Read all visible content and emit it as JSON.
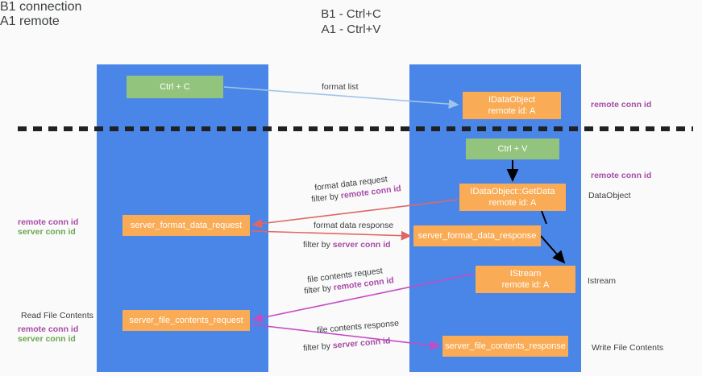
{
  "title": "B1 - Ctrl+C\nA1 - Ctrl+V",
  "lanes": [
    {
      "id": "b1",
      "header": "B1\nconnection"
    },
    {
      "id": "a1",
      "header": "A1\nremote"
    }
  ],
  "nodes": {
    "ctrl_c": {
      "line1": "Ctrl + C",
      "line2": "",
      "color": "#93c47d"
    },
    "idataobject": {
      "line1": "IDataObject",
      "line2": "remote id: A",
      "color": "#f9ab55"
    },
    "ctrl_v": {
      "line1": "Ctrl + V",
      "line2": "",
      "color": "#93c47d"
    },
    "getdata": {
      "line1": "IDataObject::GetData",
      "line2": "remote id: A",
      "color": "#f9ab55"
    },
    "format_data_request": {
      "line1": "server_format_data_request",
      "line2": "",
      "color": "#f9ab55"
    },
    "format_data_response": {
      "line1": "server_format_data_response",
      "line2": "",
      "color": "#f9ab55"
    },
    "istream": {
      "line1": "IStream",
      "line2": "remote id: A",
      "color": "#f9ab55"
    },
    "file_contents_request": {
      "line1": "server_file_contents_request",
      "line2": "",
      "color": "#f9ab55"
    },
    "file_contents_response": {
      "line1": "server_file_contents_response",
      "line2": "",
      "color": "#f9ab55"
    }
  },
  "edge_labels": {
    "format_list": "format list",
    "format_data_request": "format data request",
    "format_data_request_filter_prefix": "filter by ",
    "format_data_request_filter_token": "remote conn id",
    "format_data_response": "format data response",
    "format_data_response_filter_prefix": "filter by ",
    "format_data_response_filter_token": "server conn id",
    "file_contents_request": "file contents request",
    "file_contents_request_filter_prefix": "filter by ",
    "file_contents_request_filter_token": "remote conn id",
    "file_contents_response": "file contents response",
    "file_contents_response_filter_prefix": "filter by ",
    "file_contents_response_filter_token": "server conn id"
  },
  "side_notes": {
    "right_remote_conn_id_top": "remote conn id",
    "right_remote_conn_id_mid": "remote conn id",
    "dataobject": "DataObject",
    "istream": "Istream",
    "write_file_contents": "Write File Contents",
    "left_remote_conn_id_mid": "remote conn id",
    "left_server_conn_id_mid": "server conn id",
    "read_file_contents": "Read File Contents",
    "left_remote_conn_id_bottom": "remote conn id",
    "left_server_conn_id_bottom": "server conn id"
  },
  "colors": {
    "lane": "#4a86e8",
    "green_node": "#93c47d",
    "orange_node": "#f9ab55",
    "remote_conn_id": "#a64ca6",
    "server_conn_id": "#6aa84f",
    "arrow_blue": "#9fc5e8",
    "arrow_red": "#e06666",
    "arrow_magenta": "#c34bc3",
    "arrow_black": "#000000",
    "divider": "#202124",
    "background": "#fafafa"
  }
}
